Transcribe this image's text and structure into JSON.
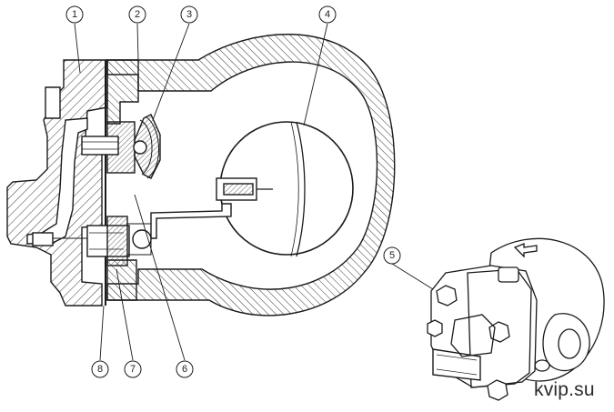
{
  "colors": {
    "line": "#1a1a1a",
    "hatch": "#3a3a3a",
    "background": "#ffffff"
  },
  "callouts": [
    {
      "id": "c1",
      "label": "1"
    },
    {
      "id": "c2",
      "label": "2"
    },
    {
      "id": "c3",
      "label": "3"
    },
    {
      "id": "c4",
      "label": "4"
    },
    {
      "id": "c5",
      "label": "5"
    },
    {
      "id": "c6",
      "label": "6"
    },
    {
      "id": "c7",
      "label": "7"
    },
    {
      "id": "c8",
      "label": "8"
    }
  ],
  "watermark": "kvip.su"
}
